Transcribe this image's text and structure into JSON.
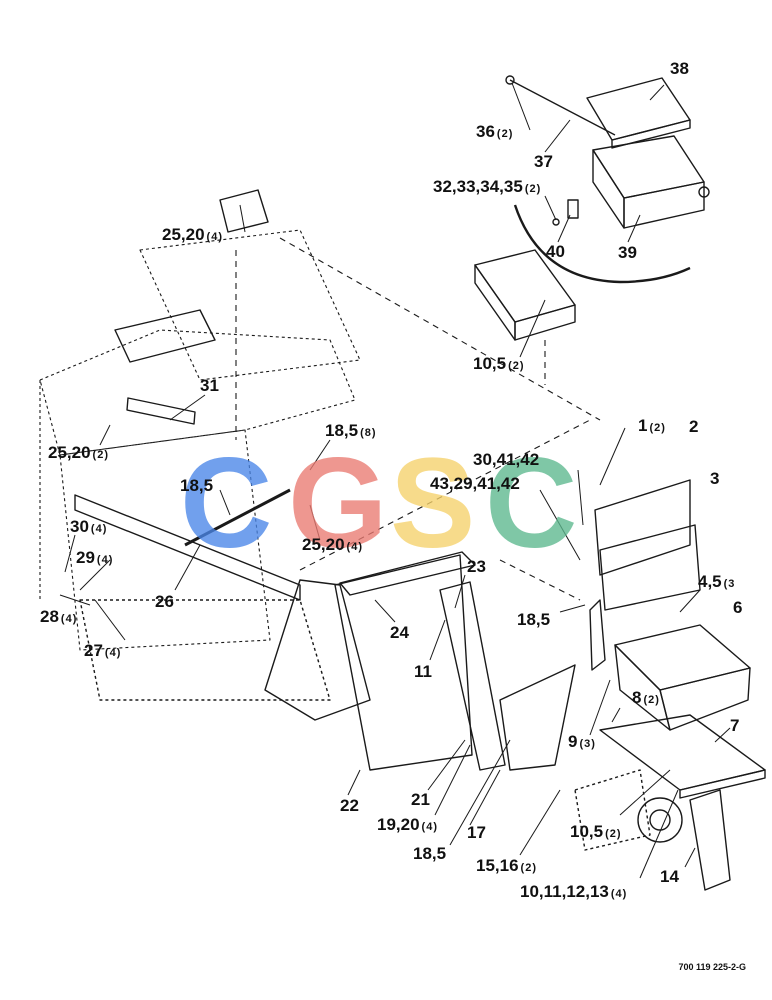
{
  "callouts": [
    {
      "id": "c38",
      "text": "38",
      "qty": ""
    },
    {
      "id": "c36",
      "text": "36",
      "qty": "(2)"
    },
    {
      "id": "c37",
      "text": "37",
      "qty": ""
    },
    {
      "id": "c32",
      "text": "32,33,34,35",
      "qty": "(2)"
    },
    {
      "id": "c40",
      "text": "40",
      "qty": ""
    },
    {
      "id": "c39",
      "text": "39",
      "qty": ""
    },
    {
      "id": "c25a",
      "text": "25,20",
      "qty": "(4)"
    },
    {
      "id": "c10a",
      "text": "10,5",
      "qty": "(2)"
    },
    {
      "id": "c31",
      "text": "31",
      "qty": ""
    },
    {
      "id": "c25b",
      "text": "25,20",
      "qty": "(2)"
    },
    {
      "id": "c18a",
      "text": "18,5",
      "qty": "(8)"
    },
    {
      "id": "c1",
      "text": "1",
      "qty": "(2)"
    },
    {
      "id": "c2",
      "text": "2",
      "qty": ""
    },
    {
      "id": "c30b",
      "text": "30,41,42",
      "qty": ""
    },
    {
      "id": "c43",
      "text": "43,29,41,42",
      "qty": ""
    },
    {
      "id": "c3",
      "text": "3",
      "qty": ""
    },
    {
      "id": "c18b",
      "text": "18,5",
      "qty": ""
    },
    {
      "id": "c25c",
      "text": "25,20",
      "qty": "(4)"
    },
    {
      "id": "c30a",
      "text": "30",
      "qty": "(4)"
    },
    {
      "id": "c29",
      "text": "29",
      "qty": "(4)"
    },
    {
      "id": "c28",
      "text": "28",
      "qty": "(4)"
    },
    {
      "id": "c26",
      "text": "26",
      "qty": ""
    },
    {
      "id": "c23",
      "text": "23",
      "qty": ""
    },
    {
      "id": "c4",
      "text": "4,5",
      "qty": "(3"
    },
    {
      "id": "c6",
      "text": "6",
      "qty": ""
    },
    {
      "id": "c18c",
      "text": "18,5",
      "qty": ""
    },
    {
      "id": "c24",
      "text": "24",
      "qty": ""
    },
    {
      "id": "c27",
      "text": "27",
      "qty": "(4)"
    },
    {
      "id": "c11",
      "text": "11",
      "qty": ""
    },
    {
      "id": "c8",
      "text": "8",
      "qty": "(2)"
    },
    {
      "id": "c9",
      "text": "9",
      "qty": "(3)"
    },
    {
      "id": "c7",
      "text": "7",
      "qty": ""
    },
    {
      "id": "c22",
      "text": "22",
      "qty": ""
    },
    {
      "id": "c21",
      "text": "21",
      "qty": ""
    },
    {
      "id": "c19",
      "text": "19,20",
      "qty": "(4)"
    },
    {
      "id": "c17",
      "text": "17",
      "qty": ""
    },
    {
      "id": "c10b",
      "text": "10,5",
      "qty": "(2)"
    },
    {
      "id": "c18d",
      "text": "18,5",
      "qty": ""
    },
    {
      "id": "c15",
      "text": "15,16",
      "qty": "(2)"
    },
    {
      "id": "c14",
      "text": "14",
      "qty": ""
    },
    {
      "id": "c10c",
      "text": "10,11,12,13",
      "qty": "(4)"
    }
  ],
  "figure_number": "700 119 225-2-G",
  "watermark": {
    "letters": [
      "C",
      "G",
      "S",
      "C"
    ],
    "colors": [
      "#4a86e8",
      "#ea7a72",
      "#f6d26b",
      "#5cb88e"
    ]
  }
}
